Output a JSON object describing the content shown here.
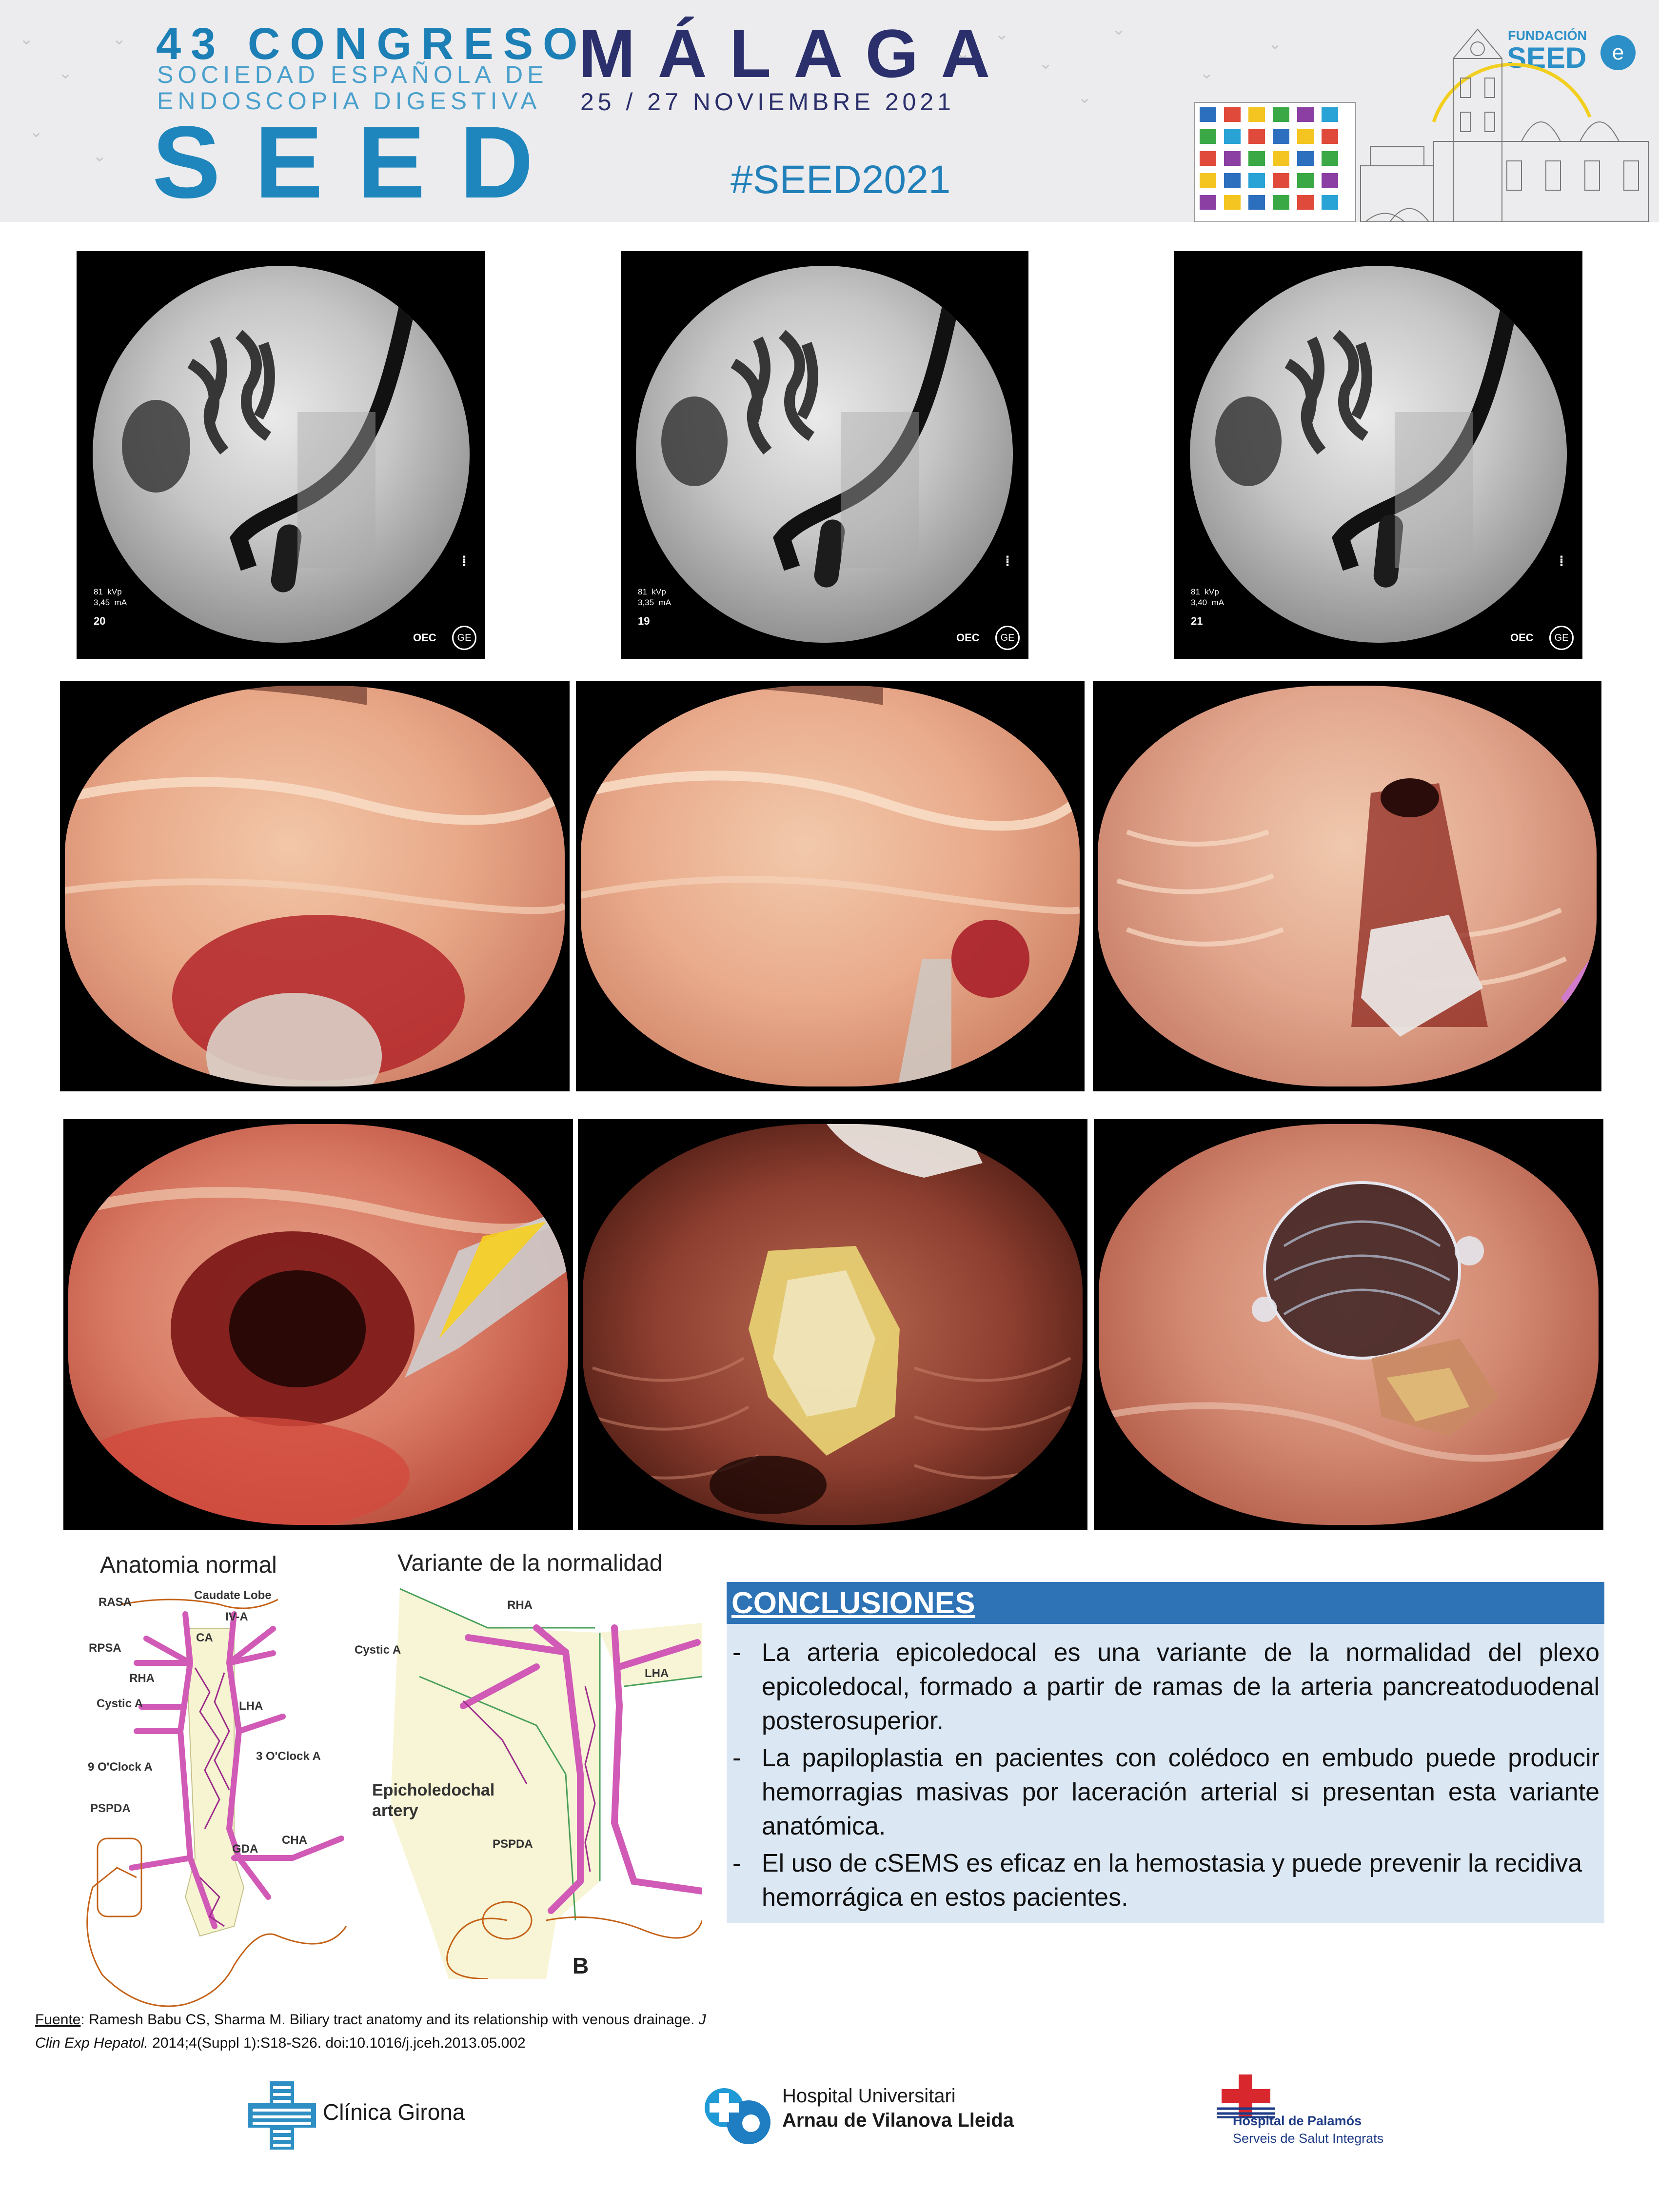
{
  "header": {
    "congress": "43 CONGRESO",
    "society_line1": "SOCIEDAD ESPAÑOLA DE",
    "society_line2": "ENDOSCOPIA DIGESTIVA",
    "society_acronym": "SEED",
    "city": "MÁLAGA",
    "dates": "25 / 27 NOVIEMBRE 2021",
    "hashtag": "#SEED2021",
    "foundation_label": "FUNDACIÓN",
    "foundation_name": "SEED",
    "colors": {
      "brand_blue": "#1f86bd",
      "navy": "#2b2f6b"
    }
  },
  "xrays": [
    {
      "number": "20",
      "kv": "81  kVp",
      "ma": "3,45  mA",
      "brand": "OEC",
      "logo": "GE"
    },
    {
      "number": "19",
      "kv": "81  kVp",
      "ma": "3,35  mA",
      "brand": "OEC",
      "logo": "GE"
    },
    {
      "number": "21",
      "kv": "81  kVp",
      "ma": "3,40  mA",
      "brand": "OEC",
      "logo": "GE"
    }
  ],
  "diagrams": {
    "normal_title": "Anatomia normal",
    "variant_title": "Variante de la normalidad",
    "normal_labels": {
      "rasa": "RASA",
      "caudate": "Caudate Lobe",
      "iva": "IV-A",
      "ca": "CA",
      "rpsa": "RPSA",
      "rha": "RHA",
      "cystic": "Cystic A",
      "lha": "LHA",
      "three": "3 O'Clock A",
      "nine": "9 O'Clock A",
      "pspda": "PSPDA",
      "gda": "GDA",
      "cha": "CHA"
    },
    "variant_labels": {
      "rha": "RHA",
      "cystic": "Cystic A",
      "lha": "LHA",
      "epi1": "Epicholedochal",
      "epi2": "artery",
      "pspda": "PSPDA",
      "b": "B"
    }
  },
  "conclusions": {
    "title": "CONCLUSIONES",
    "items": [
      {
        "dash": "-",
        "text": "La arteria epicoledocal es una variante de la normalidad del plexo epicoledocal, formado a partir de ramas de la arteria pancreatoduodenal posterosuperior."
      },
      {
        "dash": "-",
        "text": "La papiloplastia en pacientes con colédoco en embudo puede producir hemorragias masivas por laceración arterial si presentan esta variante anatómica."
      },
      {
        "dash": "-",
        "text": "El uso de cSEMS es eficaz en la hemostasia y puede prevenir la recidiva hemorrágica en estos pacientes."
      }
    ]
  },
  "source": {
    "label": "Fuente",
    "authors": ": Ramesh Babu CS, Sharma M. Biliary tract anatomy and its relationship with venous drainage. ",
    "journal": "J Clin Exp Hepatol.",
    "details": " 2014;4(Suppl 1):S18-S26. doi:10.1016/j.jceh.2013.05.002"
  },
  "footer": {
    "girona": "Clínica Girona",
    "arnau_line1": "Hospital Universitari",
    "arnau_line2": "Arnau de Vilanova Lleida",
    "palamos_line1": "Hospital de Palamós",
    "palamos_line2": "Serveis de Salut Integrats"
  }
}
